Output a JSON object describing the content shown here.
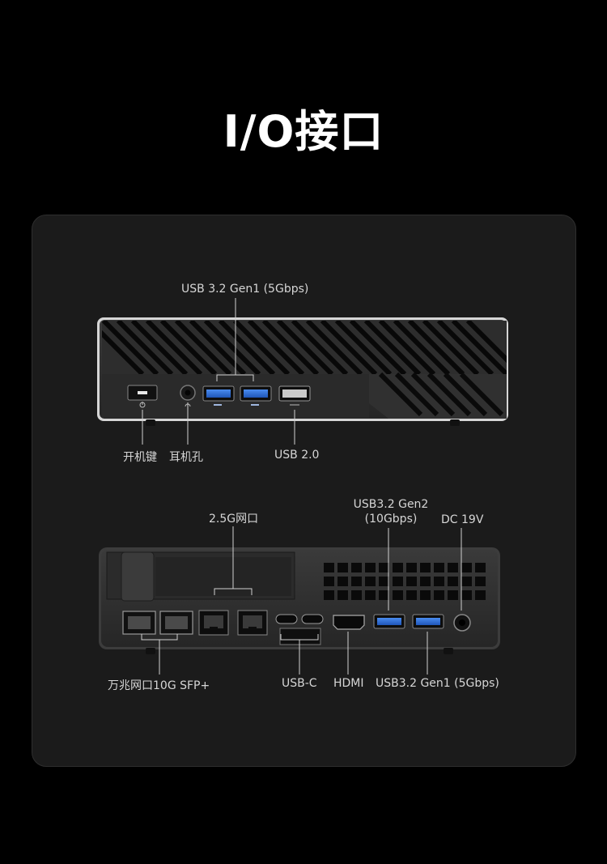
{
  "page": {
    "title": "I/O接口"
  },
  "front_panel": {
    "labels": {
      "usb32_gen1_top": "USB 3.2 Gen1 (5Gbps)",
      "power_key": "开机键",
      "headphone": "耳机孔",
      "usb20": "USB 2.0"
    }
  },
  "rear_panel": {
    "labels": {
      "lan_25g": "2.5G网口",
      "usb32_gen2_line1": "USB3.2 Gen2",
      "usb32_gen2_line2": "(10Gbps)",
      "dc": "DC 19V",
      "sfp": "万兆网口10G SFP+",
      "usbc": "USB-C",
      "hdmi": "HDMI",
      "usb32_gen1_bottom": "USB3.2 Gen1 (5Gbps)"
    }
  },
  "colors": {
    "usb3_blue": "#2f6fd6",
    "background": "#000000",
    "panel": "#1b1b1b"
  }
}
